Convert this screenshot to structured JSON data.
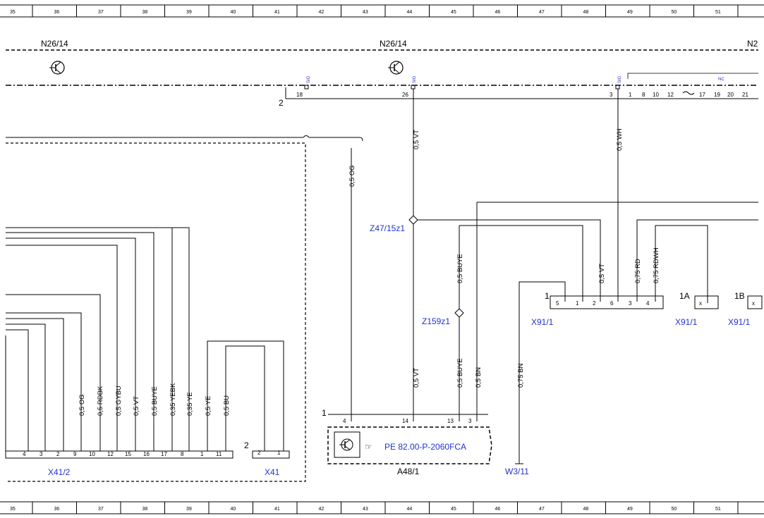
{
  "ruler": [
    "35",
    "36",
    "37",
    "38",
    "39",
    "40",
    "41",
    "42",
    "43",
    "44",
    "45",
    "46",
    "47",
    "48",
    "49",
    "50",
    "51"
  ],
  "components": {
    "n26_left": "N26/14",
    "n26_mid": "N26/14",
    "n26_right": "N2",
    "a48": "A48/1",
    "x41_2": "X41/2",
    "x41": "X41",
    "x91_a": "X91/1",
    "x91_b": "X91/1",
    "x91_c": "X91/1",
    "w3": "W3/11",
    "z47": "Z47/15z1",
    "z159": "Z159z1",
    "ref": "PE 82.00-P-2060FCA"
  },
  "signal_tag": "SIG",
  "nc_tag": "NC",
  "bus": {
    "label_2": "2",
    "pin_18": "18",
    "pin_26": "26",
    "pin_3": "3",
    "right_pins": [
      "1",
      "8",
      "10",
      "12",
      "17",
      "19",
      "20",
      "21"
    ]
  },
  "vertical_wires": {
    "vt_top": "0,5 VT",
    "og_top": "0,5 OG",
    "wh_top": "0,5 WH",
    "buye_mid": "0,5 BUYE",
    "vt_right": "0,5 VT",
    "rd": "0,75 RD",
    "rdwh": "0,75 RDWH",
    "vt_bottom": "0,5 VT",
    "buye_bottom": "0,5 BUYE",
    "bn_bottom": "0,5 BN",
    "bn_w3": "0,75 BN"
  },
  "x41_wires": [
    "0,5 OG",
    "0,5 RDBK",
    "0,5 GYBU",
    "0,5 VT",
    "0,5 BUYE",
    "0,35 YEBK",
    "0,35 YE",
    "0,5 YE",
    "0,5 BU"
  ],
  "x41_2_pins": [
    "4",
    "3",
    "2",
    "9",
    "10",
    "12",
    "15",
    "16",
    "17",
    "8",
    "1",
    "11"
  ],
  "x41_pins": [
    "2",
    "1"
  ],
  "x41_label_2": "2",
  "a48_pins": [
    "4",
    "14",
    "13",
    "3"
  ],
  "a48_label_1": "1",
  "x91_label_1": "1",
  "x91_pins": [
    "5",
    "1",
    "2",
    "6",
    "3",
    "4"
  ],
  "x91_1a": "1A",
  "x91_1b": "1B",
  "x_mark": "x"
}
